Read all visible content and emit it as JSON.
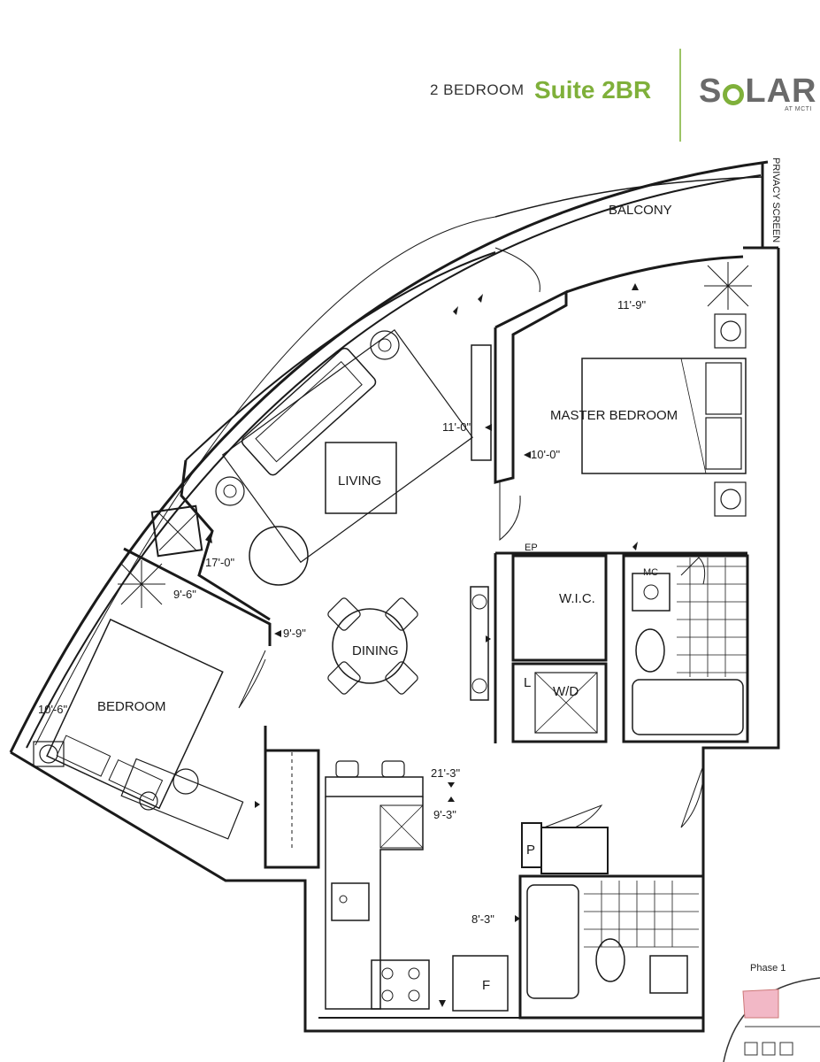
{
  "header": {
    "unit_type": "2 BEDROOM",
    "suite": "Suite 2BR",
    "logo_letters": [
      "S",
      "L",
      "A",
      "R"
    ],
    "logo_sub": "AT MCTI",
    "brand_color": "#7fb03a"
  },
  "plan": {
    "rooms": {
      "balcony": "BALCONY",
      "privacy_screen": "PRIVACY SCREEN",
      "living": "LIVING",
      "master_bedroom": "MASTER BEDROOM",
      "dining": "DINING",
      "bedroom": "BEDROOM",
      "wic": "W.I.C.",
      "wd": "W/D",
      "linen": "L",
      "ep": "EP",
      "mc": "MC",
      "pantry": "P",
      "fridge": "F"
    },
    "dimensions": {
      "balcony_width": "11'-9\"",
      "living_width": "11'-0\"",
      "master_width": "10'-0\"",
      "living_length": "17'-0\"",
      "bedroom_length": "9'-6\"",
      "dining_width": "9'-9\"",
      "bedroom_width": "10'-6\"",
      "kitchen_length": "21'-3\"",
      "kitchen_width": "9'-3\"",
      "kitchen_depth": "8'-3\""
    }
  },
  "keyplate": {
    "title": "Phase 1",
    "highlight_color": "#f2b8c6"
  }
}
